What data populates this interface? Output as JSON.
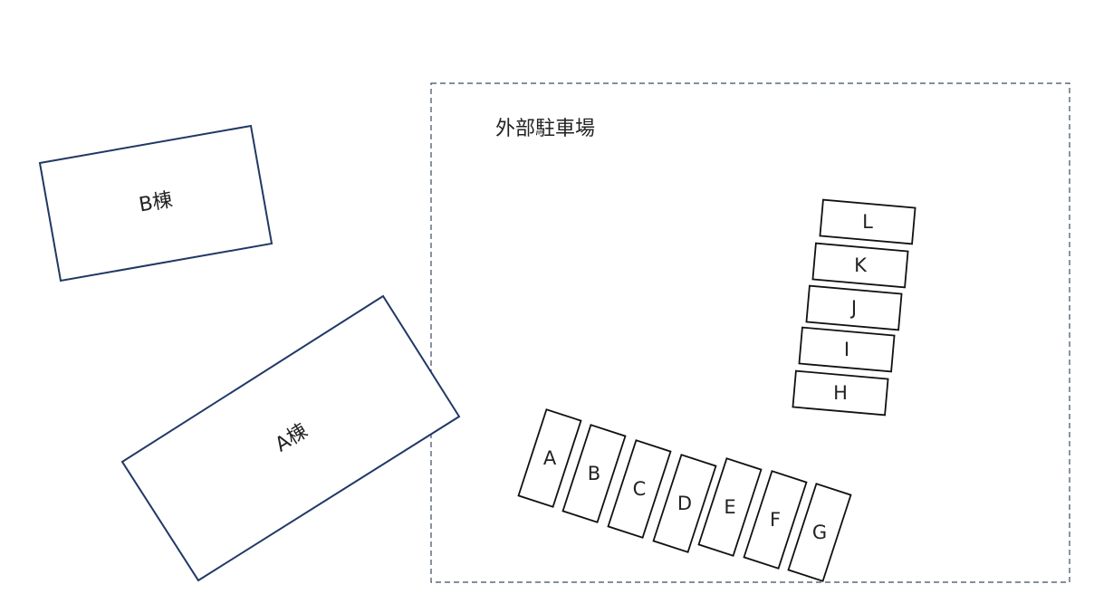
{
  "colors": {
    "building_stroke": "#203864",
    "lot_stroke": "#3b4a63",
    "space_stroke": "#111111",
    "text": "#222222",
    "background": "#ffffff"
  },
  "parking_lot": {
    "title": "外部駐車場"
  },
  "buildings": {
    "b": {
      "label": "B棟"
    },
    "a": {
      "label": "A棟"
    }
  },
  "spaces": {
    "a": "A",
    "b": "B",
    "c": "C",
    "d": "D",
    "e": "E",
    "f": "F",
    "g": "G",
    "h": "H",
    "i": "I",
    "j": "J",
    "k": "K",
    "l": "L"
  }
}
